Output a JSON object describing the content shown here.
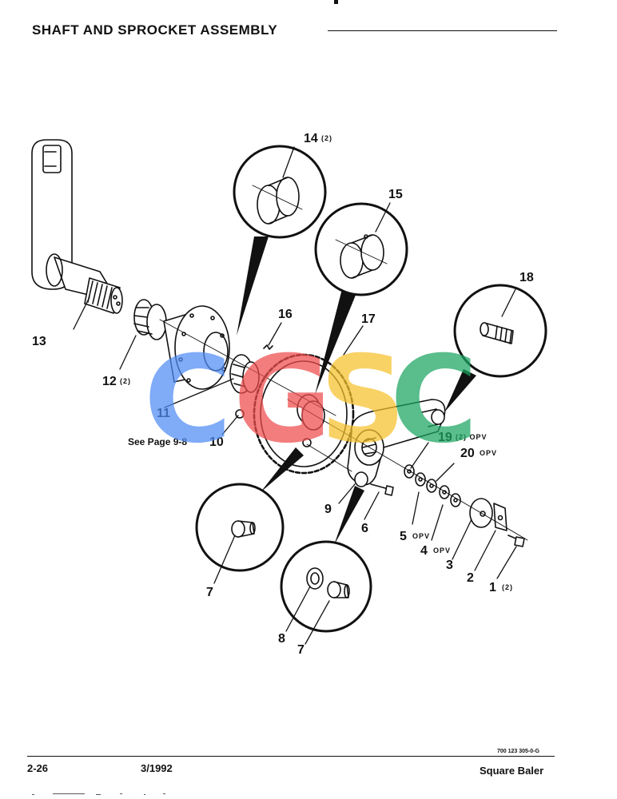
{
  "header": {
    "title": "SHAFT AND SPROCKET ASSEMBLY"
  },
  "callouts": {
    "c1": "1",
    "c1_qty": "(2)",
    "c2": "2",
    "c3": "3",
    "c4": "4",
    "c4_sfx": "OPV",
    "c5": "5",
    "c5_sfx": "OPV",
    "c6": "6",
    "c7a": "7",
    "c7b": "7",
    "c8": "8",
    "c9": "9",
    "c10": "10",
    "c11": "11",
    "c12": "12",
    "c12_qty": "(2)",
    "c13": "13",
    "c14": "14",
    "c14_qty": "(2)",
    "c15": "15",
    "c16": "16",
    "c17": "17",
    "c18": "18",
    "c19": "19",
    "c19_sfx": "(2) OPV",
    "c20": "20",
    "c20_sfx": "OPV"
  },
  "notes": {
    "see_page": "See Page 9-8"
  },
  "watermark": {
    "text": "CGSC",
    "letters": [
      "C",
      "G",
      "S",
      "C"
    ],
    "colors": [
      "#4f8cf5",
      "#ef4c4c",
      "#f7c12c",
      "#1aa561"
    ]
  },
  "footer": {
    "doc_id": "700 123 305-0-G",
    "page": "2-26",
    "date": "3/1992",
    "product": "Square Baler"
  }
}
